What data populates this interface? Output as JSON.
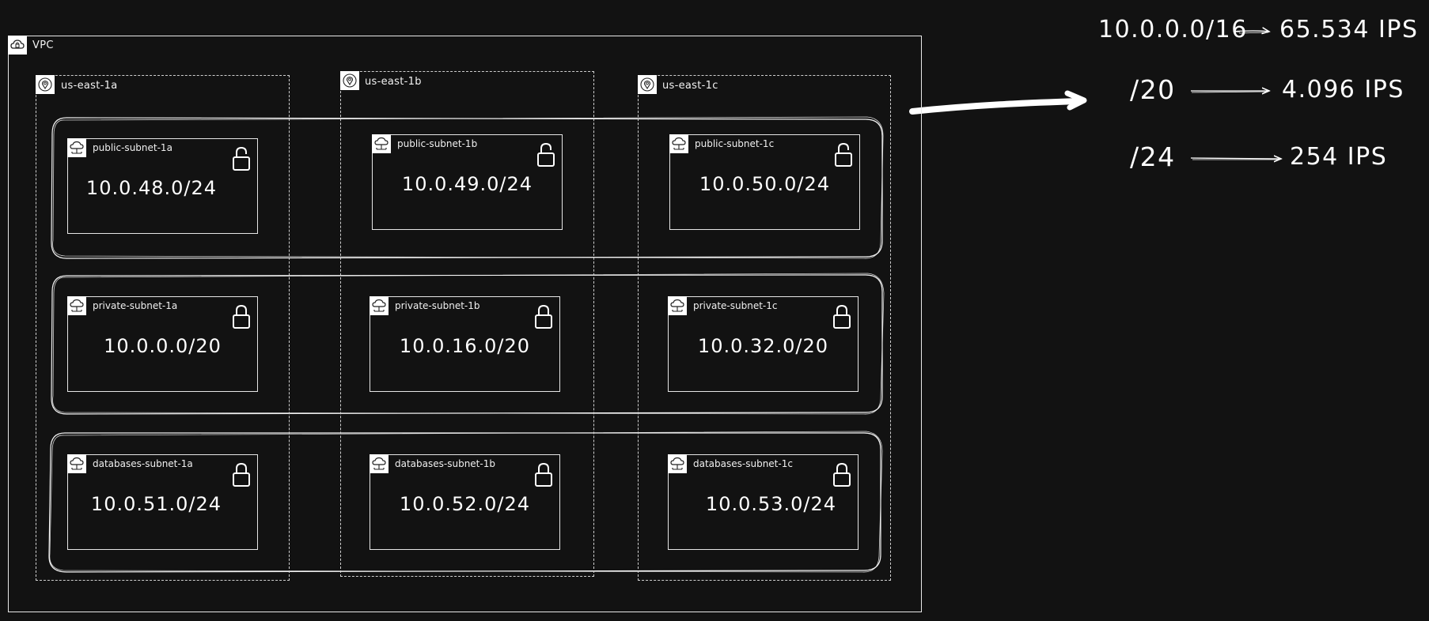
{
  "vpc": {
    "label": "VPC",
    "icon": "cloud-lock-icon"
  },
  "azs": [
    {
      "label": "us-east-1a",
      "icon": "location-pin-icon"
    },
    {
      "label": "us-east-1b",
      "icon": "location-pin-icon"
    },
    {
      "label": "us-east-1c",
      "icon": "location-pin-icon"
    }
  ],
  "subnets": {
    "public": [
      {
        "name": "public-subnet-1a",
        "cidr": "10.0.48.0/24"
      },
      {
        "name": "public-subnet-1b",
        "cidr": "10.0.49.0/24"
      },
      {
        "name": "public-subnet-1c",
        "cidr": "10.0.50.0/24"
      }
    ],
    "private": [
      {
        "name": "private-subnet-1a",
        "cidr": "10.0.0.0/20"
      },
      {
        "name": "private-subnet-1b",
        "cidr": "10.0.16.0/20"
      },
      {
        "name": "private-subnet-1c",
        "cidr": "10.0.32.0/20"
      }
    ],
    "databases": [
      {
        "name": "databases-subnet-1a",
        "cidr": "10.0.51.0/24"
      },
      {
        "name": "databases-subnet-1b",
        "cidr": "10.0.52.0/24"
      },
      {
        "name": "databases-subnet-1c",
        "cidr": "10.0.53.0/24"
      }
    ]
  },
  "legend": [
    {
      "prefix": "10.0.0.0/16",
      "ips": "65.534 IPS"
    },
    {
      "prefix": "/20",
      "ips": "4.096 IPS"
    },
    {
      "prefix": "/24",
      "ips": "254 IPS"
    }
  ],
  "colors": {
    "background": "#121212",
    "stroke": "#ffffff"
  }
}
